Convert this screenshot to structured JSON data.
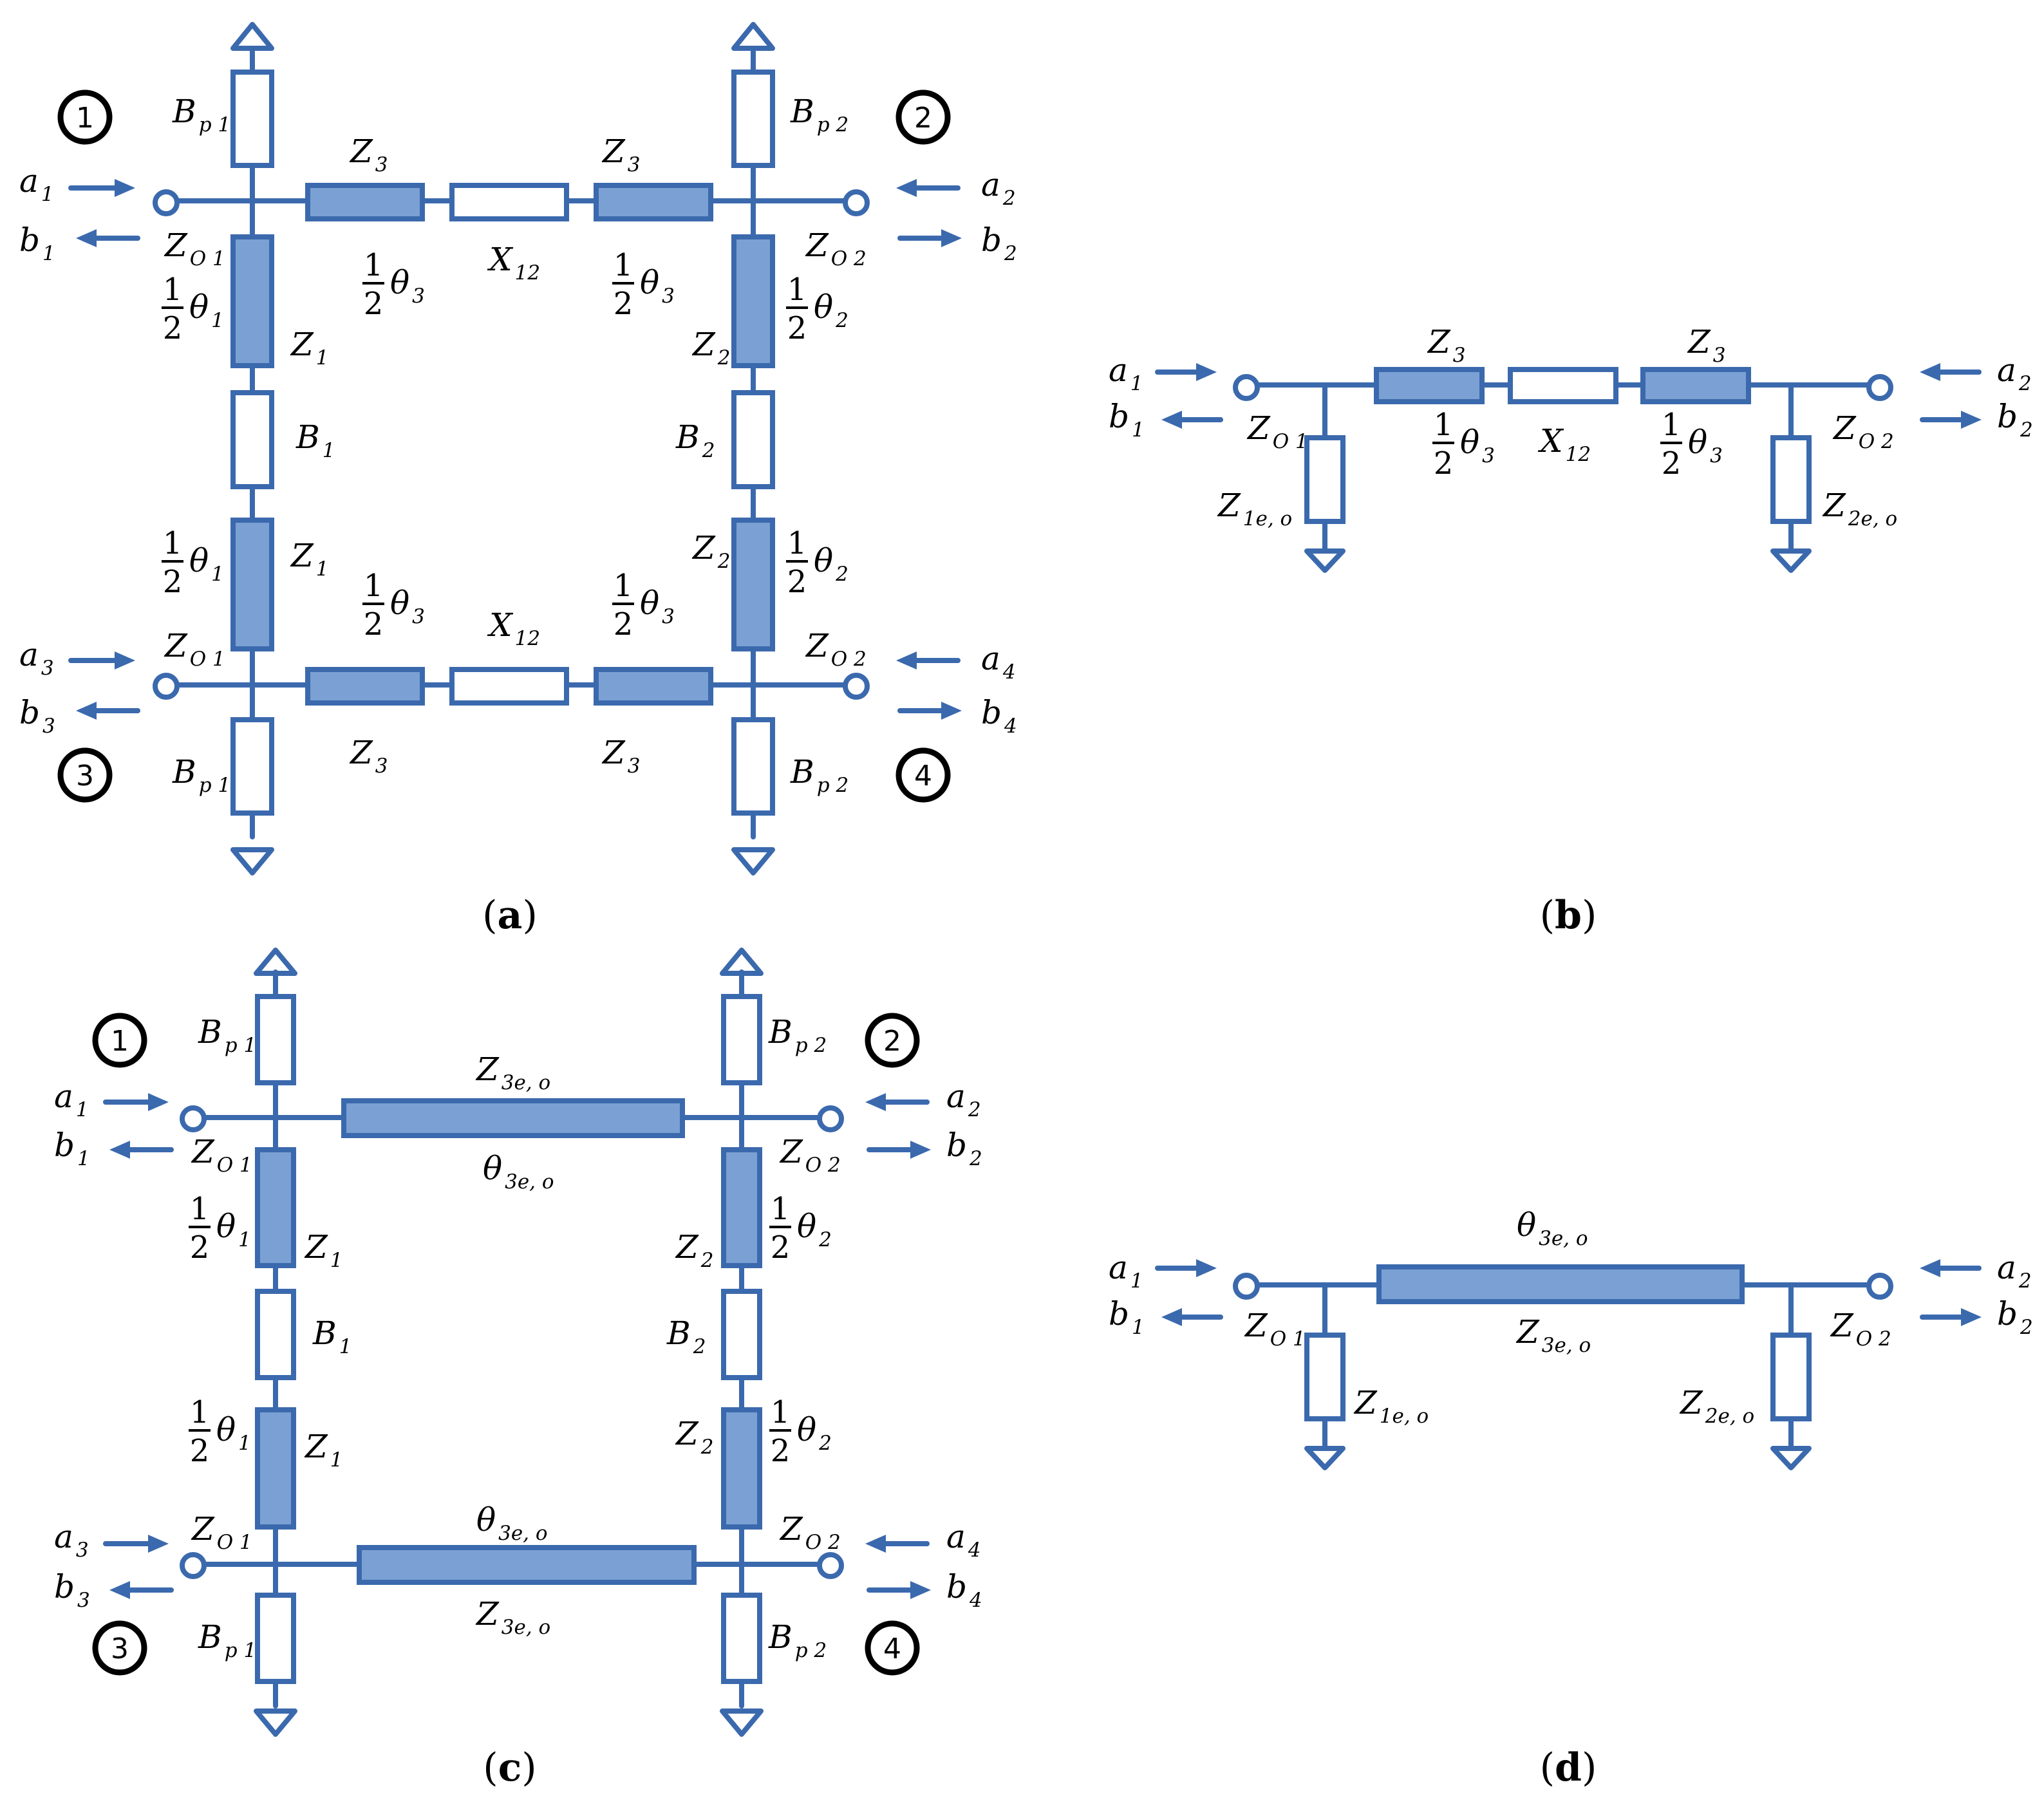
{
  "labels": {
    "Bp1": {
      "base": "B",
      "sub": "p 1"
    },
    "Bp2": {
      "base": "B",
      "sub": "p 2"
    },
    "Z3": {
      "base": "Z",
      "sub": "3"
    },
    "Z1": {
      "base": "Z",
      "sub": "1"
    },
    "Z2": {
      "base": "Z",
      "sub": "2"
    },
    "X12": {
      "base": "X",
      "sub": "12"
    },
    "B1": {
      "base": "B",
      "sub": "1"
    },
    "B2": {
      "base": "B",
      "sub": "2"
    },
    "ZO1": {
      "base": "Z",
      "sub": "O 1"
    },
    "ZO2": {
      "base": "Z",
      "sub": "O 2"
    },
    "Z3eo": {
      "base": "Z",
      "sub": "3e, o"
    },
    "theta3eo": {
      "base": "θ",
      "sub": "3e, o"
    },
    "Z1eo": {
      "base": "Z",
      "sub": "1e, o"
    },
    "Z2eo": {
      "base": "Z",
      "sub": "2e, o"
    },
    "a1": {
      "base": "a",
      "sub": "1"
    },
    "a2": {
      "base": "a",
      "sub": "2"
    },
    "a3": {
      "base": "a",
      "sub": "3"
    },
    "a4": {
      "base": "a",
      "sub": "4"
    },
    "b1": {
      "base": "b",
      "sub": "1"
    },
    "b2": {
      "base": "b",
      "sub": "2"
    },
    "b3": {
      "base": "b",
      "sub": "3"
    },
    "b4": {
      "base": "b",
      "sub": "4"
    },
    "half_theta1": {
      "num": "1",
      "den": "2",
      "base": "θ",
      "sub": "1"
    },
    "half_theta2": {
      "num": "1",
      "den": "2",
      "base": "θ",
      "sub": "2"
    },
    "half_theta3": {
      "num": "1",
      "den": "2",
      "base": "θ",
      "sub": "3"
    }
  },
  "ports": [
    "1",
    "2",
    "3",
    "4"
  ],
  "captions": {
    "a": {
      "open": "(",
      "letter": "a",
      "close": ")"
    },
    "b": {
      "open": "(",
      "letter": "b",
      "close": ")"
    },
    "c": {
      "open": "(",
      "letter": "c",
      "close": ")"
    },
    "d": {
      "open": "(",
      "letter": "d",
      "close": ")"
    }
  },
  "colors": {
    "line": "#3b69ad",
    "fill": "#7ba0d3",
    "text": "#000000"
  }
}
